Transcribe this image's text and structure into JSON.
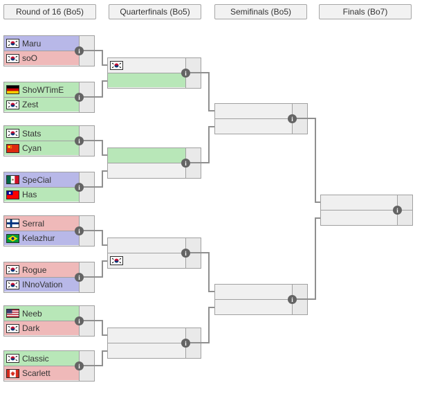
{
  "headers": [
    {
      "label": "Round of 16 (Bo5)"
    },
    {
      "label": "Quarterfinals (Bo5)"
    },
    {
      "label": "Semifinals (Bo5)"
    },
    {
      "label": "Finals (Bo7)"
    }
  ],
  "icons": {
    "info_glyph": "i"
  },
  "colors": {
    "terran": "#b8b8e8",
    "zerg": "#efb9b9",
    "protoss": "#b8e7b8",
    "empty": "#f0f0f0",
    "score_bg": "#e9e9e9",
    "border": "#a0a0a0",
    "connector": "#8f8f8f",
    "header_bg": "#f2f2f2",
    "info_bg": "#646464"
  },
  "rounds": [
    {
      "name": "round-of-16",
      "matches": [
        {
          "slots": [
            {
              "player": "Maru",
              "flag": "south-korea",
              "color": "terran",
              "score": ""
            },
            {
              "player": "soO",
              "flag": "south-korea",
              "color": "zerg",
              "score": ""
            }
          ]
        },
        {
          "slots": [
            {
              "player": "ShoWTimE",
              "flag": "germany",
              "color": "protoss",
              "score": ""
            },
            {
              "player": "Zest",
              "flag": "south-korea",
              "color": "protoss",
              "score": ""
            }
          ]
        },
        {
          "slots": [
            {
              "player": "Stats",
              "flag": "south-korea",
              "color": "protoss",
              "score": ""
            },
            {
              "player": "Cyan",
              "flag": "china",
              "color": "protoss",
              "score": ""
            }
          ]
        },
        {
          "slots": [
            {
              "player": "SpeCial",
              "flag": "mexico",
              "color": "terran",
              "score": ""
            },
            {
              "player": "Has",
              "flag": "taiwan",
              "color": "protoss",
              "score": ""
            }
          ]
        },
        {
          "slots": [
            {
              "player": "Serral",
              "flag": "finland",
              "color": "zerg",
              "score": ""
            },
            {
              "player": "Kelazhur",
              "flag": "brazil",
              "color": "terran",
              "score": ""
            }
          ]
        },
        {
          "slots": [
            {
              "player": "Rogue",
              "flag": "south-korea",
              "color": "zerg",
              "score": ""
            },
            {
              "player": "INnoVation",
              "flag": "south-korea",
              "color": "terran",
              "score": ""
            }
          ]
        },
        {
          "slots": [
            {
              "player": "Neeb",
              "flag": "usa",
              "color": "protoss",
              "score": ""
            },
            {
              "player": "Dark",
              "flag": "south-korea",
              "color": "zerg",
              "score": ""
            }
          ]
        },
        {
          "slots": [
            {
              "player": "Classic",
              "flag": "south-korea",
              "color": "protoss",
              "score": ""
            },
            {
              "player": "Scarlett",
              "flag": "canada",
              "color": "zerg",
              "score": ""
            }
          ]
        }
      ]
    },
    {
      "name": "quarterfinals",
      "matches": [
        {
          "slots": [
            {
              "player": "",
              "flag": "south-korea",
              "color": "empty",
              "score": ""
            },
            {
              "player": "",
              "flag": null,
              "color": "protoss",
              "score": ""
            }
          ]
        },
        {
          "slots": [
            {
              "player": "",
              "flag": null,
              "color": "protoss",
              "score": ""
            },
            {
              "player": "",
              "flag": null,
              "color": "empty",
              "score": ""
            }
          ]
        },
        {
          "slots": [
            {
              "player": "",
              "flag": null,
              "color": "empty",
              "score": ""
            },
            {
              "player": "",
              "flag": "south-korea",
              "color": "empty",
              "score": ""
            }
          ]
        },
        {
          "slots": [
            {
              "player": "",
              "flag": null,
              "color": "empty",
              "score": ""
            },
            {
              "player": "",
              "flag": null,
              "color": "empty",
              "score": ""
            }
          ]
        }
      ]
    },
    {
      "name": "semifinals",
      "matches": [
        {
          "slots": [
            {
              "player": "",
              "flag": null,
              "color": "empty",
              "score": ""
            },
            {
              "player": "",
              "flag": null,
              "color": "empty",
              "score": ""
            }
          ]
        },
        {
          "slots": [
            {
              "player": "",
              "flag": null,
              "color": "empty",
              "score": ""
            },
            {
              "player": "",
              "flag": null,
              "color": "empty",
              "score": ""
            }
          ]
        }
      ]
    },
    {
      "name": "finals",
      "matches": [
        {
          "slots": [
            {
              "player": "",
              "flag": null,
              "color": "empty",
              "score": ""
            },
            {
              "player": "",
              "flag": null,
              "color": "empty",
              "score": ""
            }
          ]
        }
      ]
    }
  ]
}
